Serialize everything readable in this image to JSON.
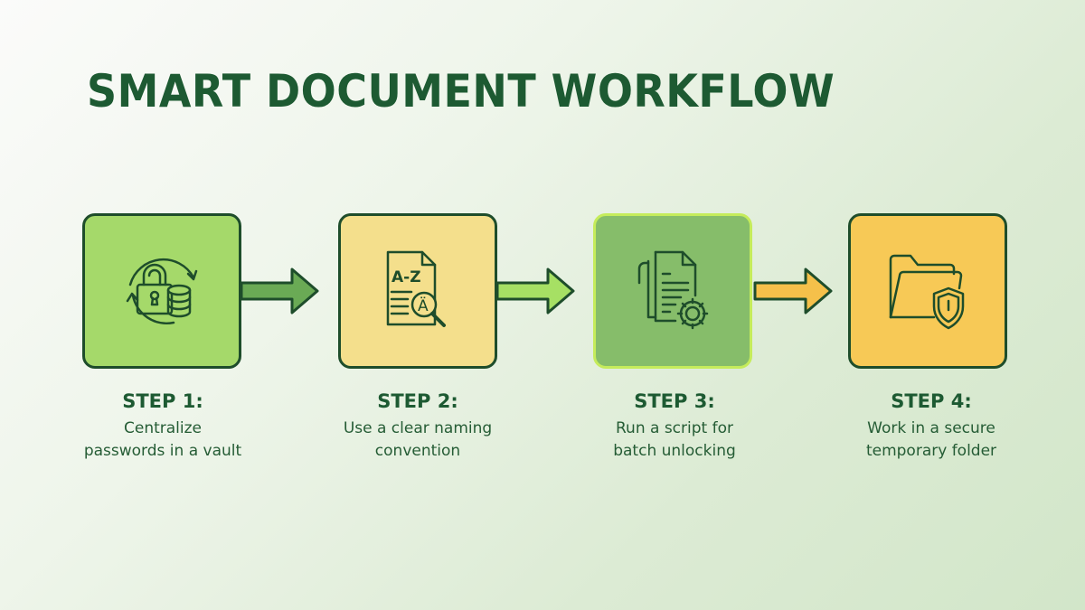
{
  "title": "SMART DOCUMENT WORKFLOW",
  "colors": {
    "title": "#1d5a32",
    "border": "#1e4d2b",
    "step1_fill": "#a5d96a",
    "step2_fill": "#f4df8c",
    "step3_fill": "#86bd6a",
    "step3_border": "#c5ec5b",
    "step4_fill": "#f7c956",
    "arrow1": "#6aaa55",
    "arrow2": "#a6e064",
    "arrow3": "#f5c04a"
  },
  "steps": [
    {
      "label": "STEP 1:",
      "line1": "Centralize",
      "line2": "passwords in a vault",
      "icon": "lock-database-sync-icon"
    },
    {
      "label": "STEP 2:",
      "line1": "Use a clear naming",
      "line2": "convention",
      "icon": "document-az-search-icon"
    },
    {
      "label": "STEP 3:",
      "line1": "Run a script for",
      "line2": "batch unlocking",
      "icon": "documents-gear-icon"
    },
    {
      "label": "STEP 4:",
      "line1": "Work in a secure",
      "line2": "temporary folder",
      "icon": "folder-shield-icon"
    }
  ],
  "icon_text": {
    "az": "A-Z",
    "a_umlaut": "Ä"
  }
}
